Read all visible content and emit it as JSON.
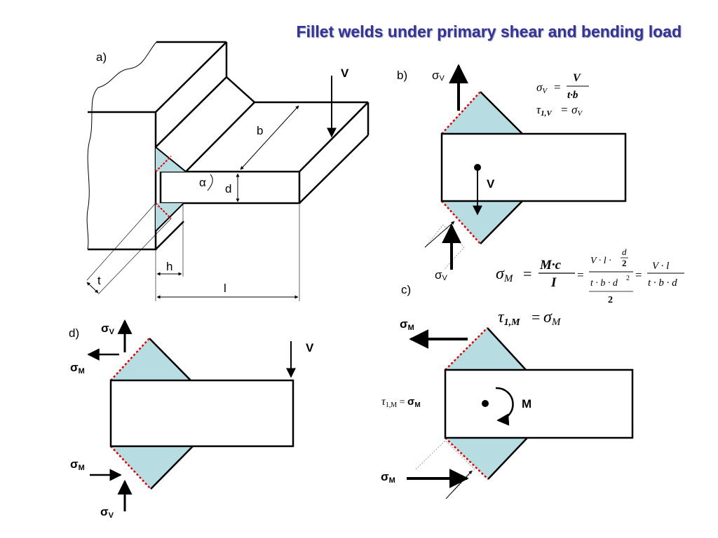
{
  "title": "Fillet welds under primary shear and bending load",
  "colors": {
    "weld_fill": "#b7dde2",
    "weld_line": "#dd0000",
    "title": "#333399"
  },
  "panels": {
    "a": {
      "label": "a)",
      "force": "V",
      "dims": {
        "b": "b",
        "d": "d",
        "alpha": "α",
        "t": "t",
        "h": "h",
        "l": "l"
      }
    },
    "b": {
      "label": "b)",
      "sigma_symbol": "σ",
      "sub_v": "V",
      "force": "V",
      "eq_sigma_lhs": "σ",
      "eq_sigma_sub": "V",
      "eq_eq": "=",
      "eq_num": "V",
      "eq_den": "t·b",
      "eq_tau_lhs": "τ",
      "eq_tau_sub": "1,V",
      "eq_tau_rhs": "σ",
      "eq_tau_rhs_sub": "V"
    },
    "c": {
      "label": "c)",
      "sigma_symbol": "σ",
      "sub_m": "M",
      "moment": "M",
      "tau_label": "τ",
      "tau_sub": "1,M",
      "tau_eq": " = ",
      "tau_rhs": "σ",
      "eqM_lhs": "σ",
      "eqM_sub": "M",
      "eqM_num": "M·c",
      "eqM_den": "I",
      "eqM_num2_a": "V · l ·",
      "eqM_num2_d": "d",
      "eqM_num2_2": "2",
      "eqM_den2": "t · b · d",
      "eqM_den2_exp": "2",
      "eqM_den2_2": "2",
      "eqM_num3": "V · l",
      "eqM_den3": "t · b · d",
      "eqTau_lhs": "τ",
      "eqTau_sub": "1,M",
      "eqTau_rhs": "σ",
      "eqTau_rhs_sub": "M"
    },
    "d": {
      "label": "d)",
      "sigma_symbol": "σ",
      "sub_v": "V",
      "sub_m": "M",
      "force": "V"
    }
  }
}
